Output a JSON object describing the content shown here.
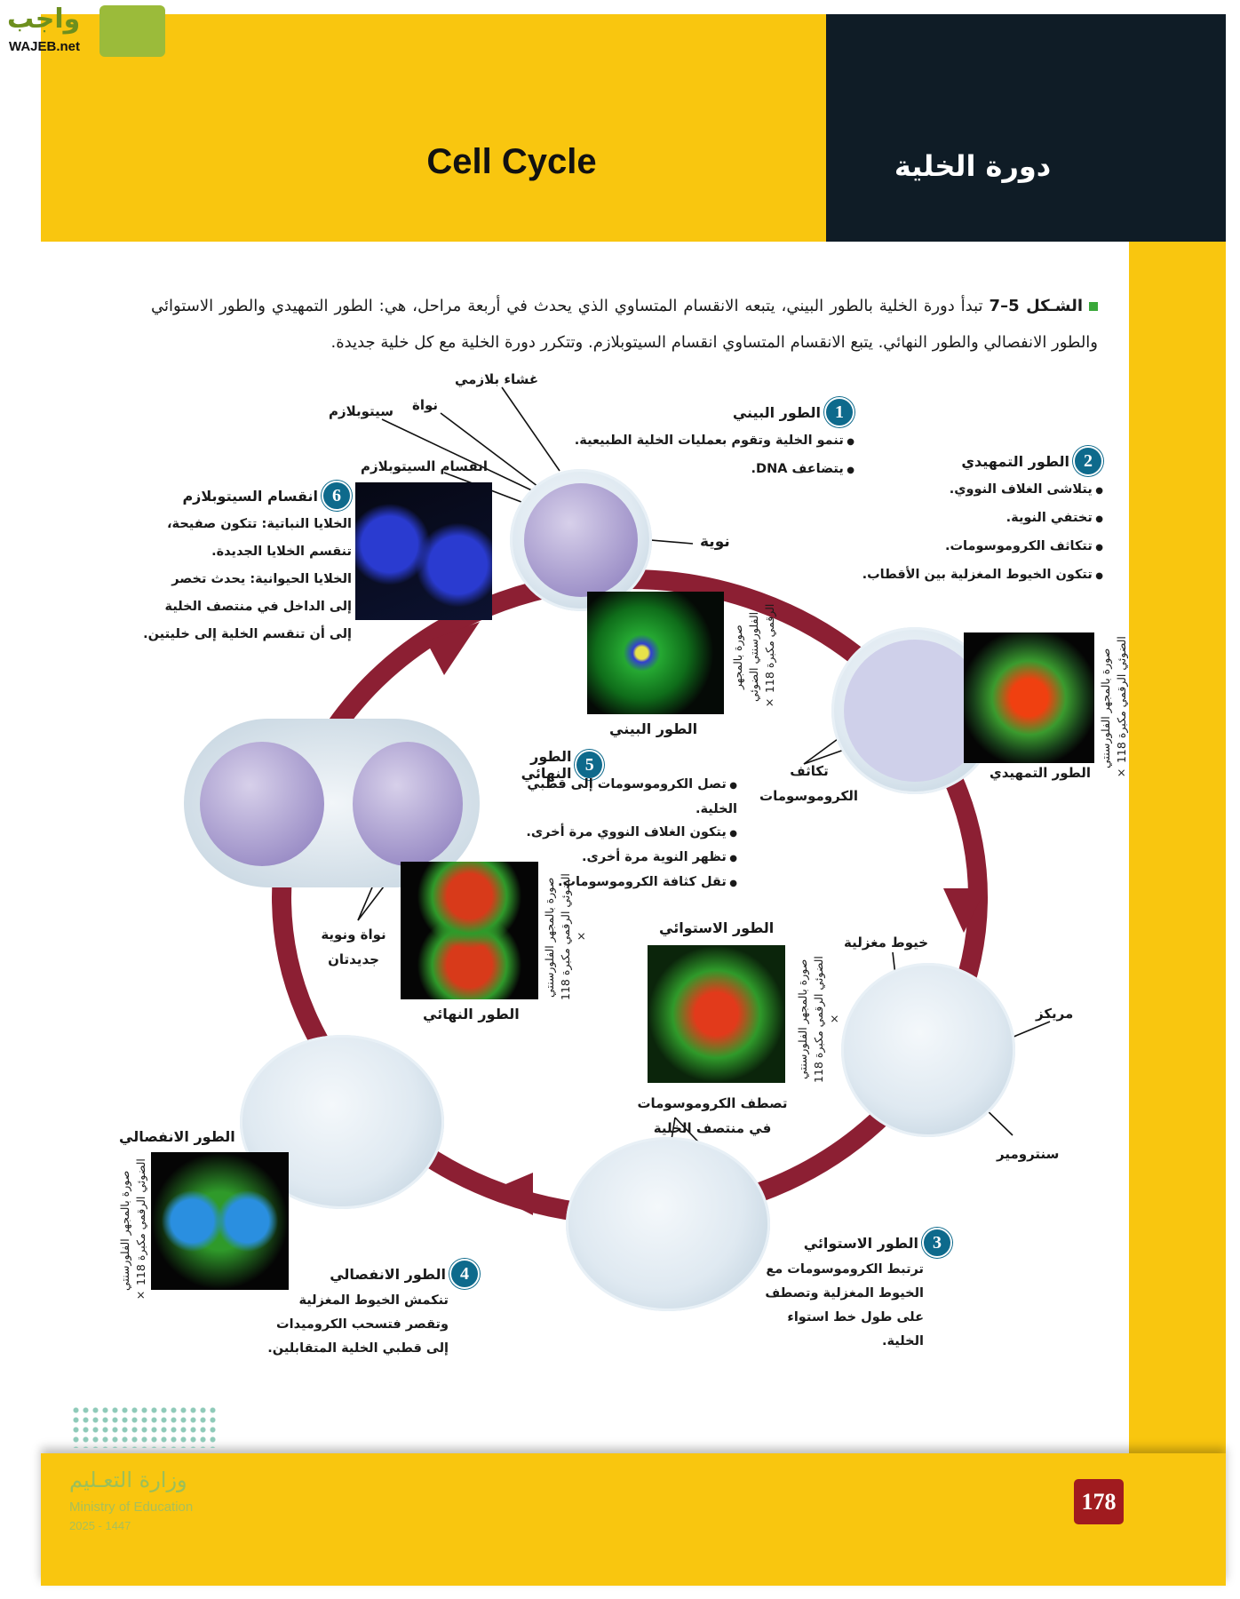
{
  "header": {
    "title_en": "Cell Cycle",
    "title_ar": "دورة الخلية"
  },
  "watermark": {
    "brand": "واجب",
    "brand_latin": "WAJEB.net"
  },
  "caption": {
    "label": "الشـكل 5–7",
    "text": "تبدأ دورة الخلية بالطور البيني، يتبعه الانقسام المتساوي الذي يحدث في أربعة مراحل، هي: الطور التمهيدي والطور الاستوائي والطور الانفصالي والطور النهائي. يتبع الانقسام المتساوي انقسام السيتوبلازم. وتتكرر دورة الخلية مع كل خلية جديدة."
  },
  "labels": {
    "plasma_membrane": "غشاء بلازمي",
    "nucleus": "نواة",
    "cytoplasm": "سيتوبلازم",
    "cytokinesis": "انقسام السيتوبلازم",
    "nucleolus": "نوية",
    "interphase": "الطور البيني",
    "prophase": "الطور التمهيدي",
    "condensation": "تكاثف الكروموسومات",
    "telophase": "الطور النهائي",
    "new_nuclei": "نواة ونوية جديدتان",
    "metaphase": "الطور الاستوائي",
    "metaphase_align": "تصطف الكروموسومات في منتصف الخلية",
    "spindle": "خيوط مغزلية",
    "centriole": "مريكز",
    "centromere": "سنترومير",
    "anaphase": "الطور الانفصالي",
    "micro_caption": "صورة بالمجهر الفلورسنتي الضوئي الرقمي مكبرة 118 ×"
  },
  "steps": [
    {
      "num": "1",
      "title": "الطور البيني",
      "bullets": [
        "تنمو الخلية وتقوم بعمليات الخلية الطبيعية.",
        "يتضاعف DNA."
      ]
    },
    {
      "num": "2",
      "title": "الطور التمهيدي",
      "bullets": [
        "يتلاشى الغلاف النووي.",
        "تختفي النوية.",
        "تتكاثف الكروموسومات.",
        "تتكون الخيوط المغزلية بين الأقطاب."
      ]
    },
    {
      "num": "3",
      "title": "الطور الاستوائي",
      "text": "ترتبط الكروموسومات مع الخيوط المغزلية وتصطف على طول خط استواء الخلية."
    },
    {
      "num": "4",
      "title": "الطور الانفصالي",
      "text": "تنكمش الخيوط المغزلية وتقصر فتسحب الكروميدات إلى قطبي الخلية المتقابلين."
    },
    {
      "num": "5",
      "title": "الطور النهائي",
      "bullets": [
        "تصل الكروموسومات إلى قطبي الخلية.",
        "يتكون الغلاف النووي مرة أخرى.",
        "تظهر النوية مرة أخرى.",
        "تقل كثافة الكروموسومات."
      ]
    },
    {
      "num": "6",
      "title": "انقسام السيتوبلازم",
      "lines": [
        "الخلايا النباتية: تتكون صفيحة،",
        "تنقسم الخلايا الجديدة.",
        "الخلايا الحيوانية: يحدث تخصر",
        "إلى الداخل في منتصف الخلية",
        "إلى أن تنقسم الخلية إلى خليتين."
      ]
    }
  ],
  "footer": {
    "ministry_ar": "وزارة التعـليم",
    "ministry_en": "Ministry of Education",
    "year": "2025 - 1447",
    "page": "178"
  },
  "colors": {
    "yellow": "#f9c60f",
    "dark": "#0f1c26",
    "cycle": "#8c1f33",
    "step_badge": "#0e6a8c",
    "page_badge": "#a01b1f"
  }
}
